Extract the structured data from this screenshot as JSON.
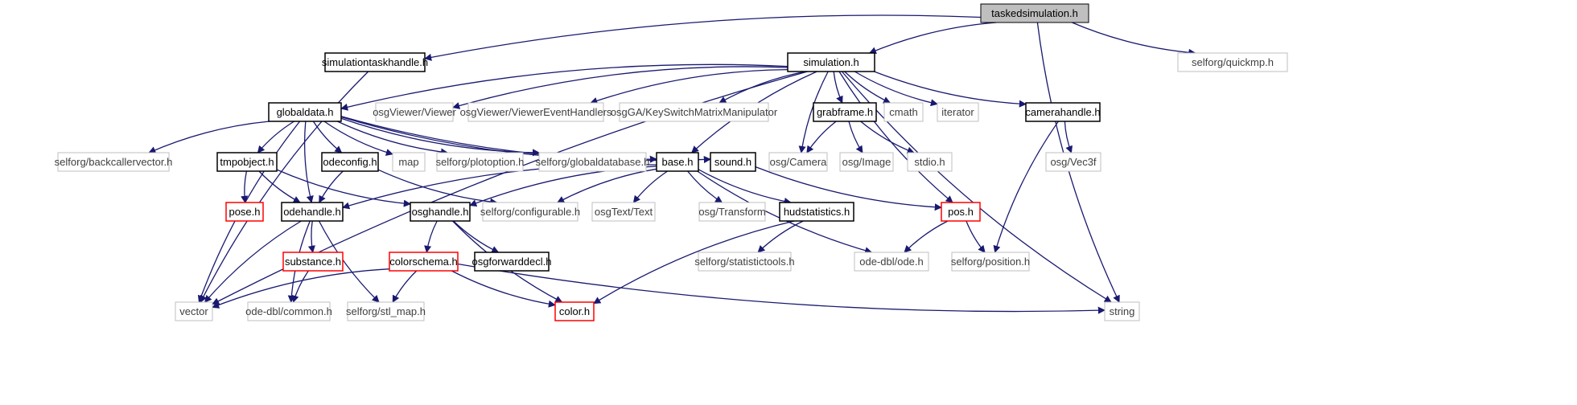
{
  "diagram": {
    "nodes": [
      {
        "id": "taskedsimulation",
        "label": "taskedsimulation.h",
        "style": "root"
      },
      {
        "id": "simulationtaskhandle",
        "label": "simulationtaskhandle.h",
        "style": "doc"
      },
      {
        "id": "simulation",
        "label": "simulation.h",
        "style": "doc"
      },
      {
        "id": "quickmp",
        "label": "selforg/quickmp.h",
        "style": "ext"
      },
      {
        "id": "globaldata",
        "label": "globaldata.h",
        "style": "doc"
      },
      {
        "id": "osgViewer",
        "label": "osgViewer/Viewer",
        "style": "ext"
      },
      {
        "id": "osgViewerEH",
        "label": "osgViewer/ViewerEventHandlers",
        "style": "ext"
      },
      {
        "id": "osgGAKey",
        "label": "osgGA/KeySwitchMatrixManipulator",
        "style": "ext"
      },
      {
        "id": "grabframe",
        "label": "grabframe.h",
        "style": "doc"
      },
      {
        "id": "cmath",
        "label": "cmath",
        "style": "ext"
      },
      {
        "id": "iterator",
        "label": "iterator",
        "style": "ext"
      },
      {
        "id": "camerahandle",
        "label": "camerahandle.h",
        "style": "doc"
      },
      {
        "id": "backcaller",
        "label": "selforg/backcallervector.h",
        "style": "ext"
      },
      {
        "id": "tmpobject",
        "label": "tmpobject.h",
        "style": "doc"
      },
      {
        "id": "odeconfig",
        "label": "odeconfig.h",
        "style": "doc"
      },
      {
        "id": "map",
        "label": "map",
        "style": "ext"
      },
      {
        "id": "plotoption",
        "label": "selforg/plotoption.h",
        "style": "ext"
      },
      {
        "id": "globaldatabase",
        "label": "selforg/globaldatabase.h",
        "style": "ext"
      },
      {
        "id": "base",
        "label": "base.h",
        "style": "doc"
      },
      {
        "id": "sound",
        "label": "sound.h",
        "style": "doc"
      },
      {
        "id": "osgCamera",
        "label": "osg/Camera",
        "style": "ext"
      },
      {
        "id": "osgImage",
        "label": "osg/Image",
        "style": "ext"
      },
      {
        "id": "stdio",
        "label": "stdio.h",
        "style": "ext"
      },
      {
        "id": "osgVec3f",
        "label": "osg/Vec3f",
        "style": "ext"
      },
      {
        "id": "pose",
        "label": "pose.h",
        "style": "missing"
      },
      {
        "id": "odehandle",
        "label": "odehandle.h",
        "style": "doc"
      },
      {
        "id": "osghandle",
        "label": "osghandle.h",
        "style": "doc"
      },
      {
        "id": "configurable",
        "label": "selforg/configurable.h",
        "style": "ext"
      },
      {
        "id": "osgText",
        "label": "osgText/Text",
        "style": "ext"
      },
      {
        "id": "osgTransform",
        "label": "osg/Transform",
        "style": "ext"
      },
      {
        "id": "hudstatistics",
        "label": "hudstatistics.h",
        "style": "doc"
      },
      {
        "id": "pos",
        "label": "pos.h",
        "style": "missing"
      },
      {
        "id": "substance",
        "label": "substance.h",
        "style": "missing"
      },
      {
        "id": "colorschema",
        "label": "colorschema.h",
        "style": "missing"
      },
      {
        "id": "osgfwd",
        "label": "osgforwarddecl.h",
        "style": "doc"
      },
      {
        "id": "statistictools",
        "label": "selforg/statistictools.h",
        "style": "ext"
      },
      {
        "id": "odedblode",
        "label": "ode-dbl/ode.h",
        "style": "ext"
      },
      {
        "id": "position",
        "label": "selforg/position.h",
        "style": "ext"
      },
      {
        "id": "vector",
        "label": "vector",
        "style": "ext"
      },
      {
        "id": "odedblcommon",
        "label": "ode-dbl/common.h",
        "style": "ext"
      },
      {
        "id": "stlmap",
        "label": "selforg/stl_map.h",
        "style": "ext"
      },
      {
        "id": "color",
        "label": "color.h",
        "style": "missing"
      },
      {
        "id": "string",
        "label": "string",
        "style": "ext"
      }
    ],
    "edges": [
      [
        "taskedsimulation",
        "simulationtaskhandle"
      ],
      [
        "taskedsimulation",
        "simulation"
      ],
      [
        "taskedsimulation",
        "quickmp"
      ],
      [
        "taskedsimulation",
        "string"
      ],
      [
        "simulationtaskhandle",
        "vector"
      ],
      [
        "simulation",
        "globaldata"
      ],
      [
        "simulation",
        "osgViewer"
      ],
      [
        "simulation",
        "osgViewerEH"
      ],
      [
        "simulation",
        "osgGAKey"
      ],
      [
        "simulation",
        "grabframe"
      ],
      [
        "simulation",
        "cmath"
      ],
      [
        "simulation",
        "iterator"
      ],
      [
        "simulation",
        "camerahandle"
      ],
      [
        "simulation",
        "osgCamera"
      ],
      [
        "simulation",
        "string"
      ],
      [
        "simulation",
        "vector"
      ],
      [
        "simulation",
        "pos"
      ],
      [
        "simulation",
        "base"
      ],
      [
        "globaldata",
        "backcaller"
      ],
      [
        "globaldata",
        "tmpobject"
      ],
      [
        "globaldata",
        "odeconfig"
      ],
      [
        "globaldata",
        "map"
      ],
      [
        "globaldata",
        "plotoption"
      ],
      [
        "globaldata",
        "globaldatabase"
      ],
      [
        "globaldata",
        "base"
      ],
      [
        "globaldata",
        "sound"
      ],
      [
        "globaldata",
        "odehandle"
      ],
      [
        "globaldata",
        "vector"
      ],
      [
        "grabframe",
        "osgCamera"
      ],
      [
        "grabframe",
        "osgImage"
      ],
      [
        "grabframe",
        "stdio"
      ],
      [
        "camerahandle",
        "osgVec3f"
      ],
      [
        "camerahandle",
        "position"
      ],
      [
        "tmpobject",
        "pose"
      ],
      [
        "tmpobject",
        "odehandle"
      ],
      [
        "tmpobject",
        "osghandle"
      ],
      [
        "odeconfig",
        "odehandle"
      ],
      [
        "odeconfig",
        "configurable"
      ],
      [
        "base",
        "odehandle"
      ],
      [
        "base",
        "osghandle"
      ],
      [
        "base",
        "configurable"
      ],
      [
        "base",
        "osgText"
      ],
      [
        "base",
        "osgTransform"
      ],
      [
        "base",
        "hudstatistics"
      ],
      [
        "base",
        "odedblode"
      ],
      [
        "sound",
        "pos"
      ],
      [
        "pos",
        "odedblode"
      ],
      [
        "pos",
        "position"
      ],
      [
        "odehandle",
        "substance"
      ],
      [
        "odehandle",
        "vector"
      ],
      [
        "odehandle",
        "odedblcommon"
      ],
      [
        "odehandle",
        "stlmap"
      ],
      [
        "osghandle",
        "colorschema"
      ],
      [
        "osghandle",
        "osgfwd"
      ],
      [
        "osghandle",
        "color"
      ],
      [
        "hudstatistics",
        "statistictools"
      ],
      [
        "hudstatistics",
        "color"
      ],
      [
        "substance",
        "odedblcommon"
      ],
      [
        "colorschema",
        "vector"
      ],
      [
        "colorschema",
        "stlmap"
      ],
      [
        "colorschema",
        "color"
      ],
      [
        "colorschema",
        "string"
      ]
    ]
  },
  "colors": {
    "edge": "#191970",
    "root_fill": "#bfbfbf",
    "doc_border": "#000000",
    "ext_border": "#bfbfbf",
    "missing_border": "#ff0000",
    "label_doc": "#000000",
    "label_ext": "#3f3f3f"
  }
}
